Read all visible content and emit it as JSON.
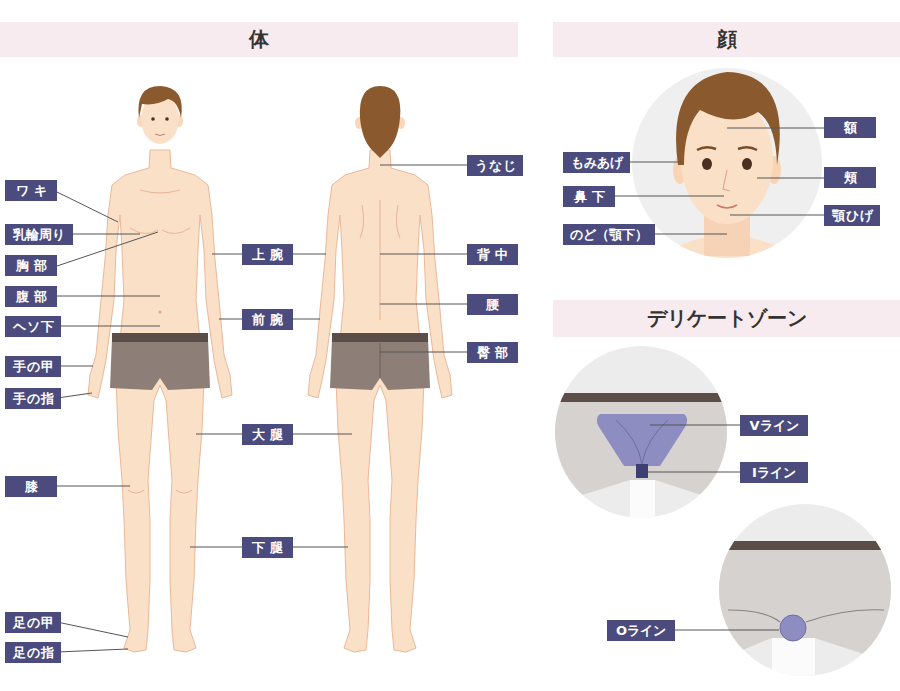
{
  "diagram": {
    "nodes": [
      {
        "text": [
          "体"
        ]
      },
      {
        "text": [
          "ワキ"
        ]
      },
      {
        "text": [
          "乳輪周り"
        ]
      },
      {
        "text": [
          "胸部"
        ]
      },
      {
        "text": [
          "腹部"
        ]
      },
      {
        "text": [
          "ヘソ下"
        ]
      },
      {
        "text": [
          "手の甲"
        ]
      },
      {
        "text": [
          "手の指"
        ]
      },
      {
        "text": [
          "膝"
        ]
      },
      {
        "text": [
          "足の甲"
        ]
      },
      {
        "text": [
          "足の指"
        ]
      },
      {
        "text": [
          "上腕"
        ]
      },
      {
        "text": [
          "前腕"
        ]
      },
      {
        "text": [
          "大腿"
        ]
      },
      {
        "text": [
          "下腿"
        ]
      },
      {
        "text": [
          "うなじ"
        ]
      },
      {
        "text": [
          "背中"
        ]
      },
      {
        "text": [
          "腰"
        ]
      },
      {
        "text": [
          "臀部"
        ]
      },
      {
        "text": [
          "顔"
        ]
      },
      {
        "text": [
          "額"
        ]
      },
      {
        "text": [
          "もみあげ"
        ]
      },
      {
        "text": [
          "頬"
        ]
      },
      {
        "text": [
          "鼻下"
        ]
      },
      {
        "text": [
          "顎ひげ"
        ]
      },
      {
        "text": [
          "のど（顎下）"
        ]
      },
      {
        "text": [
          "デリケートゾーン"
        ]
      },
      {
        "text": [
          "Vライン"
        ]
      },
      {
        "text": [
          "Iライン"
        ]
      },
      {
        "text": [
          "Oライン"
        ]
      }
    ]
  }
}
